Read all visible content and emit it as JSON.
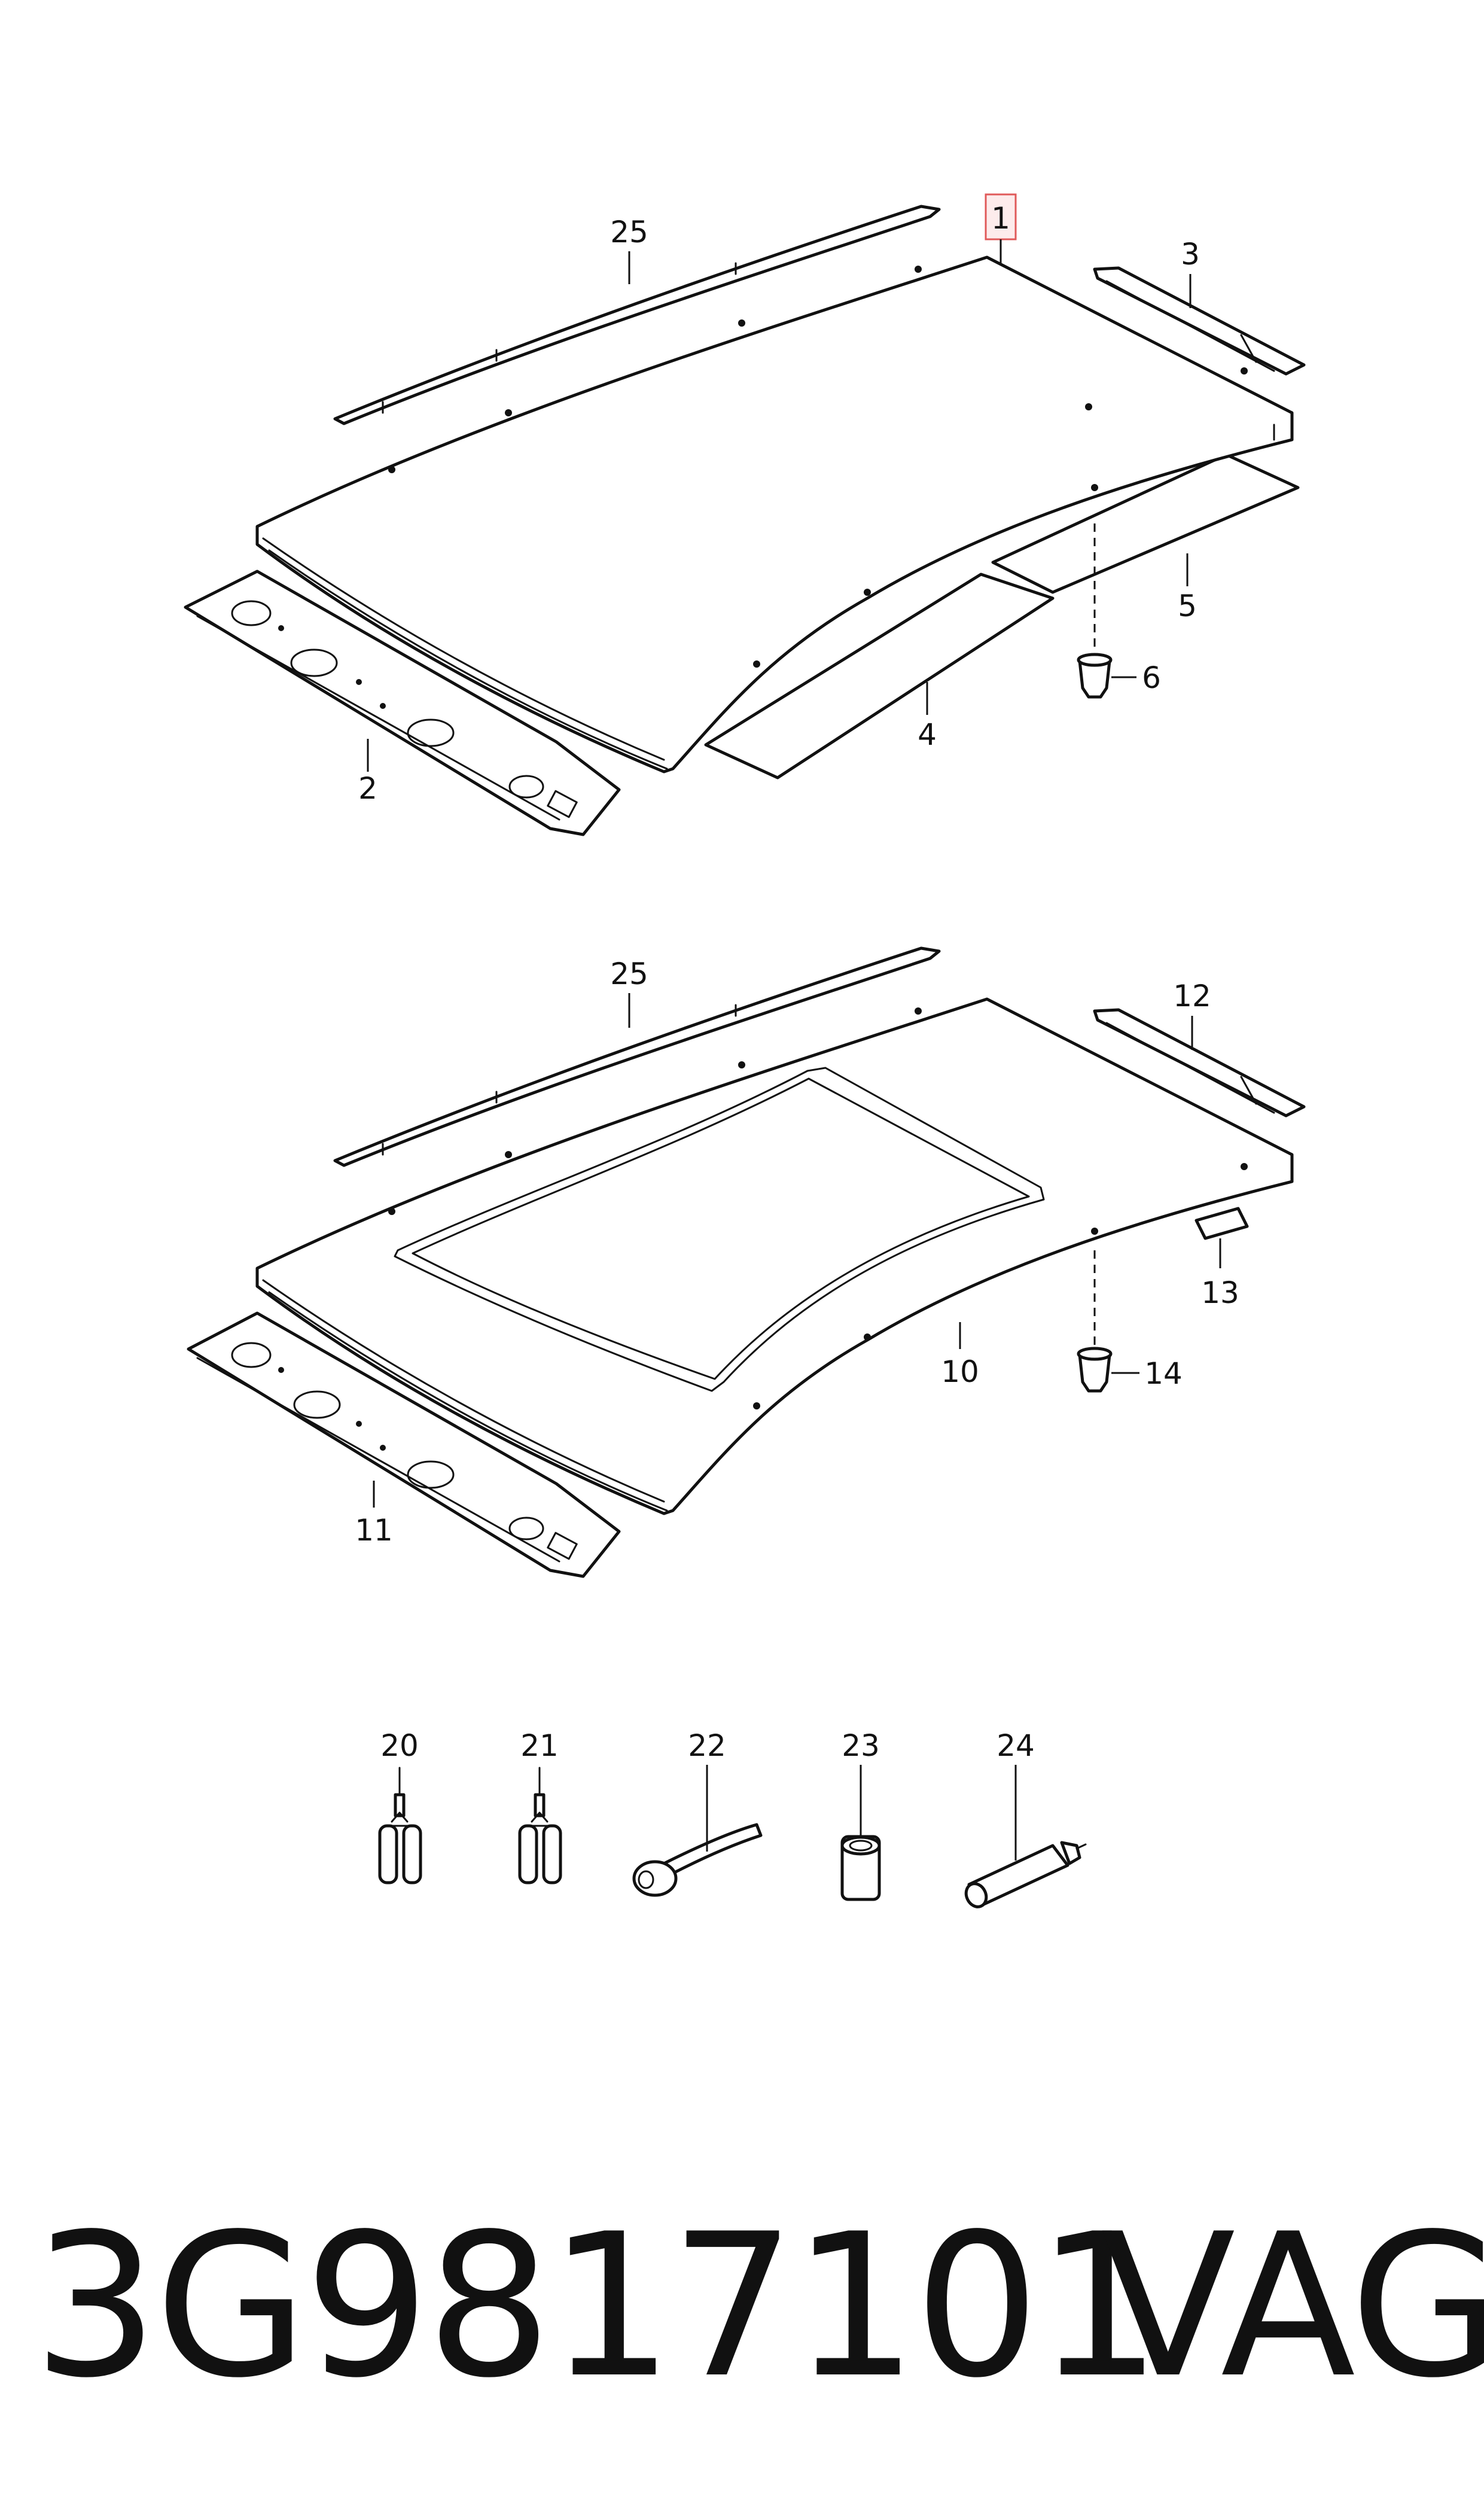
{
  "callouts": {
    "c1": "1",
    "c2": "2",
    "c3": "3",
    "c4": "4",
    "c5": "5",
    "c6": "6",
    "c25a": "25",
    "c25b": "25",
    "c10": "10",
    "c11": "11",
    "c12": "12",
    "c13": "13",
    "c14": "14",
    "c20": "20",
    "c21": "21",
    "c22": "22",
    "c23": "23",
    "c24": "24"
  },
  "highlighted_callout": "1",
  "footer": {
    "part_number": "3G9817101",
    "brand": "VAG"
  },
  "colors": {
    "line": "#111111",
    "highlight_border": "#e05a5a",
    "highlight_fill": "#fdecec"
  }
}
